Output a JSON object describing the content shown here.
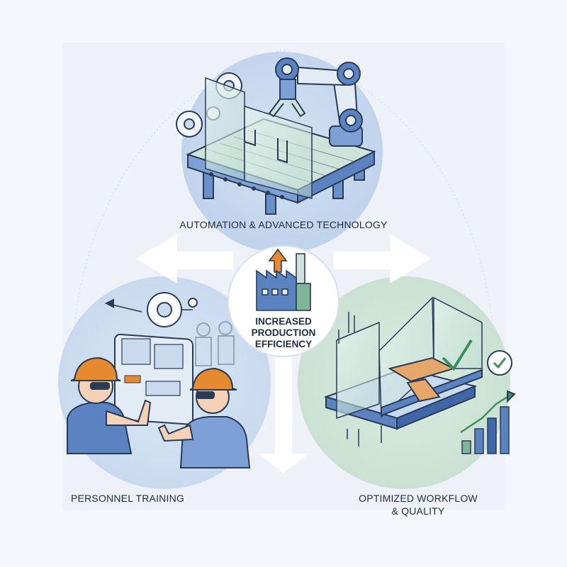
{
  "center": {
    "lines": [
      "INCREASED",
      "PRODUCTION",
      "EFFICIENCY"
    ],
    "icon": "factory-arrow-up-icon"
  },
  "sections": {
    "automation": {
      "label": "AUTOMATION & ADVANCED TECHNOLOGY",
      "icon": "robotic-arm-conveyor-icon"
    },
    "personnel": {
      "label": "PERSONNEL TRAINING",
      "icon": "workers-training-icon"
    },
    "optimized": {
      "label_line1": "OPTIMIZED WORKFLOW",
      "label_line2": "& QUALITY",
      "icon": "workflow-quality-icon"
    }
  },
  "colors": {
    "blue_circle": "#c9d9ee",
    "green_circle": "#d3e6dc",
    "accent_orange": "#e58a2e",
    "accent_green": "#3f8f5c",
    "dark_blue": "#3f66a8",
    "outline": "#2a3b55"
  }
}
